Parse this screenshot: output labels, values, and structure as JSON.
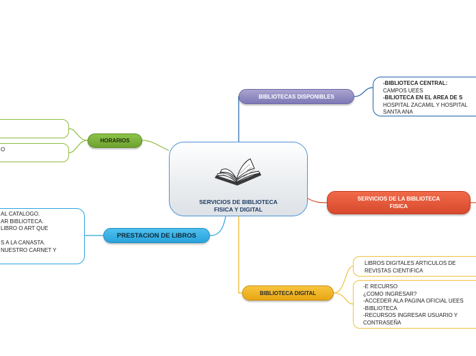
{
  "center": {
    "title_line1": "SERVICIOS DE BIBLIOTECA",
    "title_line2": "FISICA Y DIGITAL"
  },
  "branches": {
    "bibliotecas": {
      "label": "BIBLIOTECAS DISPONIBLES",
      "details": [
        "-BIBLIOTECA CENTRAL:",
        "CAMPOS UEES",
        "-BILIOTECA EN EL AREA DE S",
        "HOSPITAL ZACAMIL Y HOSPITAL",
        "SANTA ANA"
      ]
    },
    "servicios_fisica": {
      "label_line1": "SERVICIOS DE LA BIBLIOTECA",
      "label_line2": "FISICA"
    },
    "digital": {
      "label": "BIBLIOTECA DIGITAL",
      "box1": [
        "LIBROS DIGITALES ARTICULOS DE",
        "REVISTAS CIENTIFICA"
      ],
      "box2": [
        "-E RECURSO",
        "¿COMO INGRESAR?",
        "-ACCEDER ALA PAGINA OFICIAL UEES",
        "-BIBLIOTECA",
        "-RECURSOS INGRESAR  USUARIO Y",
        "CONTRASEÑA"
      ]
    },
    "horarios": {
      "label": "HORARIOS",
      "box1": [
        ""
      ],
      "box2": [
        "O"
      ]
    },
    "prestacion": {
      "label": "PRESTACION DE LIBROS",
      "details": [
        "AL CATALOGO.",
        "AR  BIBLIOTECA.",
        "LIBRO O ART QUE",
        "",
        "S A LA CANASTA.",
        "NUESTRO CARNET Y"
      ]
    }
  },
  "colors": {
    "bibliotecas": "#7f79b6",
    "servicios_fisica": "#d84a2c",
    "digital": "#e8a613",
    "horarios": "#6ea22e",
    "prestacion": "#2aa3dd",
    "center_border": "#4a90d9"
  }
}
